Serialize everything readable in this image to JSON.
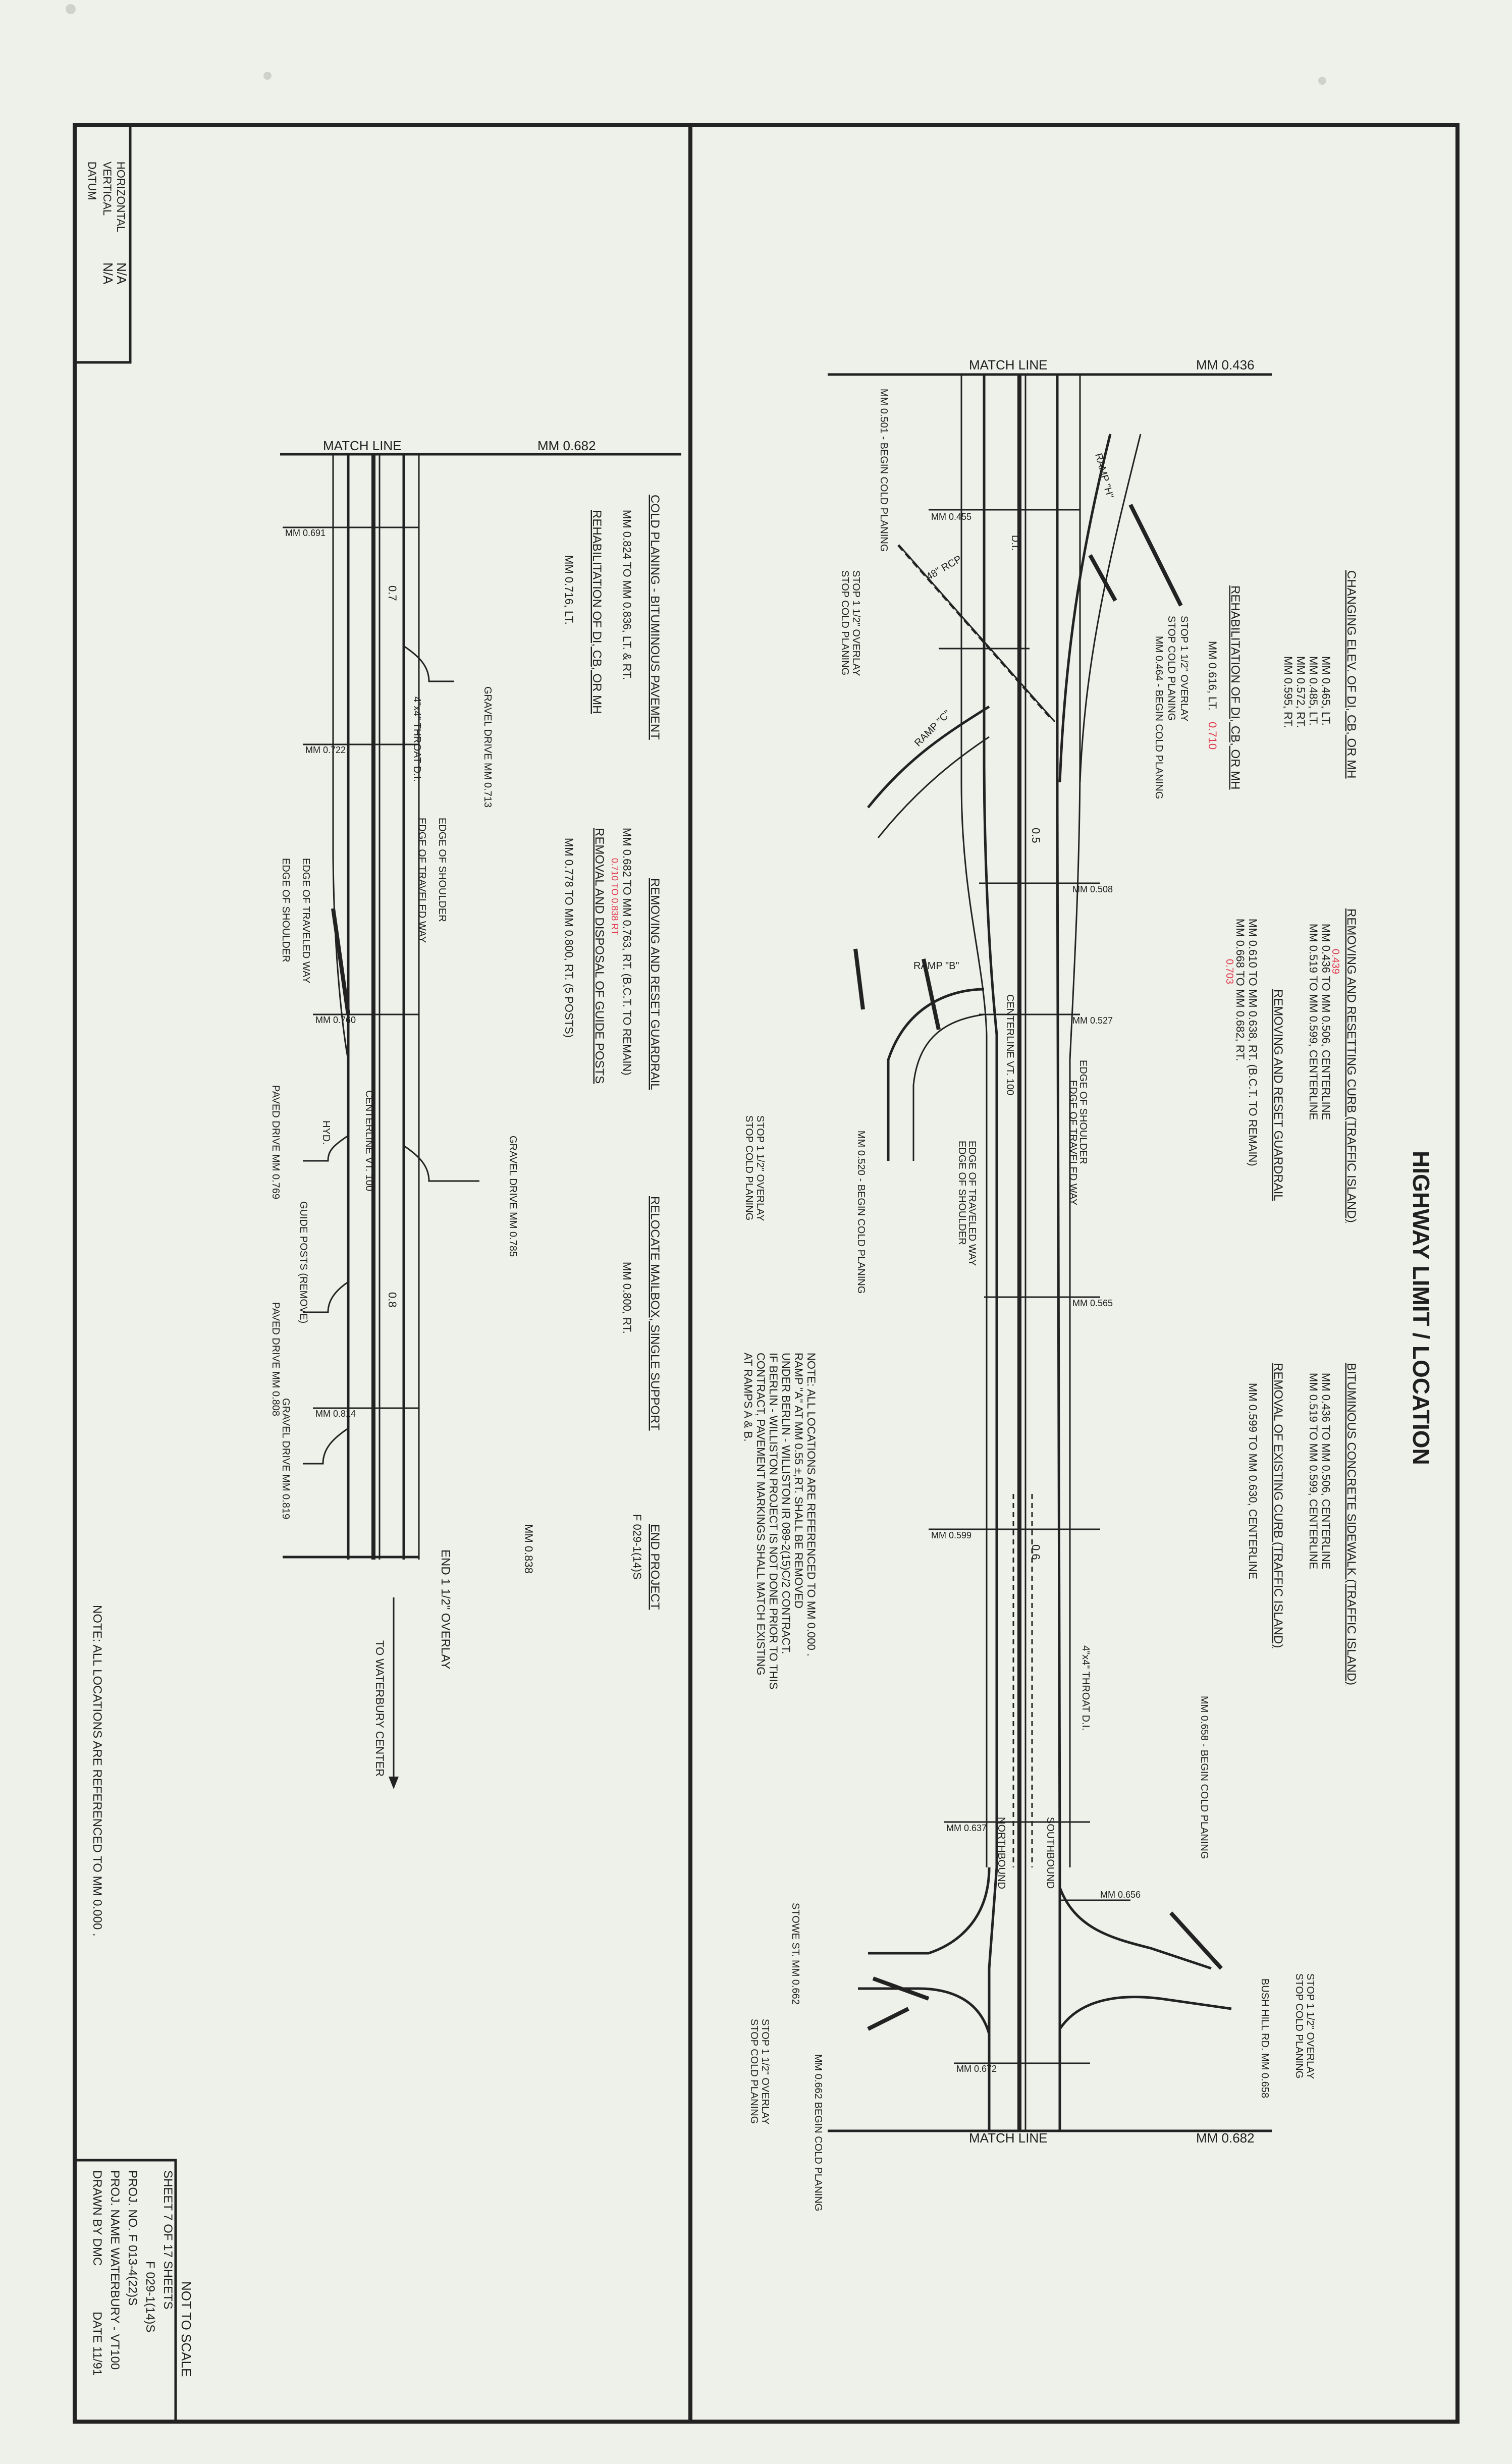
{
  "title": "HIGHWAY LIMIT / LOCATION",
  "datum": {
    "label": "DATUM",
    "vertical_label": "VERTICAL",
    "vertical_value": "N/A",
    "horizontal_label": "HORIZONTAL",
    "horizontal_value": "N/A"
  },
  "upper_panel": {
    "match_line_top": "MATCH LINE",
    "mm_top": "MM 0.436",
    "match_line_bottom": "MATCH LINE",
    "mm_bottom": "MM 0.682",
    "changing_elev": {
      "heading": "CHANGING ELEV. OF DI, CB, OR MH",
      "items": [
        "MM 0.465, LT.",
        "MM 0.485, LT.",
        "MM 0.572, RT.",
        "MM 0.595, RT."
      ]
    },
    "rehab": {
      "heading": "REHABILITATION OF DI, CB, OR MH",
      "items": [
        "MM 0.616, LT."
      ],
      "handwritten": "0.710"
    },
    "removing_resetting_curb": {
      "heading": "REMOVING AND RESETTING CURB (TRAFFIC ISLAND)",
      "items": [
        "MM 0.436 TO MM 0.506, CENTERLINE",
        "MM 0.519 TO MM 0.599, CENTERLINE"
      ],
      "handwritten": "0.439"
    },
    "reset_guardrail": {
      "heading": "REMOVING AND RESET GUARDRAIL",
      "items": [
        "MM 0.610 TO MM 0.638, RT. (B.C.T. TO REMAIN)",
        "MM 0.668 TO MM 0.682, RT."
      ],
      "handwritten": "0.703"
    },
    "sidewalk": {
      "heading": "BITUMINOUS CONCRETE SIDEWALK (TRAFFIC ISLAND)",
      "items": [
        "MM 0.436 TO MM 0.506, CENTERLINE",
        "MM 0.519 TO MM 0.599, CENTERLINE"
      ]
    },
    "removal_curb": {
      "heading": "REMOVAL OF EXISTING CURB (TRAFFIC ISLAND)",
      "items": [
        "MM 0.599 TO MM 0.630, CENTERLINE"
      ]
    },
    "note": [
      "NOTE: ALL LOCATIONS ARE REFERENCED TO MM 0.000 .",
      "RAMP \"A\" AT MM 0.55 ±,RT. SHALL BE REMOVED",
      "UNDER BERLIN - WILLISTON IR 089-2(15)C/2 CONTRACT.",
      "IF BERLIN - WILLISTON PROJECT IS NOT DONE PRIOR TO THIS",
      "CONTRACT, PAVEMENT MARKINGS SHALL MATCH EXISTING",
      "AT RAMPS A & B."
    ],
    "labels": [
      "MM 0.501 - BEGIN COLD PLANING",
      "STOP 1 1/2\" OVERLAY",
      "STOP COLD PLANING",
      "MM 0.464 - BEGIN COLD PLANING",
      "RAMP \"H\"",
      "RAMP \"C\"",
      "RAMP \"B\"",
      "48\" RCP",
      "CENTERLINE VT. 100",
      "EDGE OF SHOULDER",
      "EDGE OF TRAVELED WAY",
      "MM 0.520 - BEGIN COLD PLANING",
      "MM 0.658 - BEGIN COLD PLANING",
      "NORTHBOUND",
      "SOUTHBOUND",
      "STOWE ST. MM 0.662",
      "BUSH HILL RD. MM 0.658",
      "MM 0.662 BEGIN COLD PLANING",
      "4\"x4\" THROAT D.I.",
      "D.I."
    ],
    "stations": [
      "MM 0.455",
      "MM 0.508",
      "MM 0.527",
      "MM 0.565",
      "MM 0.599",
      "MM 0.637",
      "MM 0.656",
      "MM 0.672"
    ],
    "ticks": [
      "0.5",
      "0.6"
    ]
  },
  "lower_panel": {
    "match_line": "MATCH LINE",
    "mm_match": "MM 0.682",
    "cold_planing": {
      "heading": "COLD PLANING - BITUMINOUS PAVEMENT",
      "items": [
        "MM 0.824 TO MM 0.836, LT. & RT."
      ]
    },
    "rehab": {
      "heading": "REHABILITATION OF DI, CB, OR MH",
      "items": [
        "MM 0.716, LT."
      ]
    },
    "reset_guardrail": {
      "heading": "REMOVING AND RESET GUARDRAIL",
      "items": [
        "MM 0.682 TO MM 0.763, RT. (B.C.T. TO REMAIN)"
      ],
      "handwritten": "0.710 TO 0.838 RT"
    },
    "guide_posts": {
      "heading": "REMOVAL AND DISPOSAL OF GUIDE POSTS",
      "items": [
        "MM 0.778 TO MM 0.800, RT. (5 POSTS)"
      ]
    },
    "mailbox": {
      "heading": "RELOCATE MAILBOX, SINGLE SUPPORT",
      "items": [
        "MM 0.800, RT."
      ]
    },
    "end_project": {
      "heading": "END PROJECT",
      "items": [
        "F 029-1(14)S",
        "MM 0.838"
      ]
    },
    "labels": [
      "GRAVEL DRIVE MM 0.713",
      "4\"x4\" THROAT D.I.",
      "EDGE OF SHOULDER",
      "EDGE OF TRAVELED WAY",
      "CENTERLINE VT. 100",
      "PAVED DRIVE MM 0.769",
      "GRAVEL DRIVE MM 0.785",
      "GUIDE POSTS (REMOVE)",
      "PAVED DRIVE MM 0.808",
      "GRAVEL DRIVE MM 0.819",
      "END 1 1/2\" OVERLAY",
      "TO WATERBURY CENTER",
      "HYD."
    ],
    "stations": [
      "MM 0.691",
      "MM 0.722",
      "MM 0.760",
      "MM 0.814"
    ],
    "ticks": [
      "0.7",
      "0.8"
    ],
    "note": "NOTE: ALL LOCATIONS ARE REFERENCED TO MM 0.000 ."
  },
  "title_block": {
    "not_to_scale": "NOT TO SCALE",
    "drawn_by": "DRAWN BY DMC",
    "date": "DATE 11/91",
    "proj_name": "PROJ. NAME WATERBURY - VT100",
    "proj_no": "PROJ. NO. F 013-4(22)S",
    "proj_no2": "F 029-1(14)S",
    "sheet": "SHEET 7 OF 17 SHEETS"
  }
}
